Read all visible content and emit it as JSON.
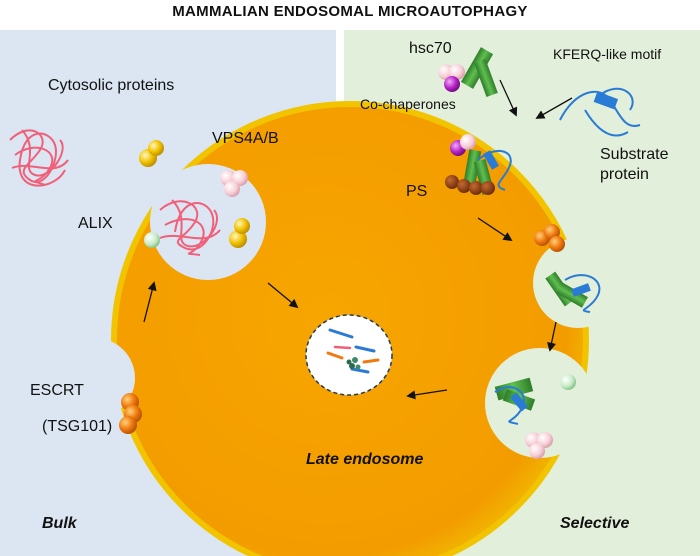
{
  "title": "MAMMALIAN ENDOSOMAL MICROAUTOPHAGY",
  "labels": {
    "cytosolic": "Cytosolic proteins",
    "vps4": "VPS4A/B",
    "alix": "ALIX",
    "escrt": "ESCRT",
    "tsg101": "(TSG101)",
    "late_endosome": "Late endosome",
    "bulk": "Bulk",
    "hsc70": "hsc70",
    "cochaperones": "Co-chaperones",
    "kferq": "KFERQ-like motif",
    "substrate_line1": "Substrate",
    "substrate_line2": "protein",
    "ps": "PS",
    "selective": "Selective"
  },
  "colors": {
    "left_panel": "#dce6f2",
    "right_panel": "#e2efda",
    "endosome": "#f5a000",
    "protein_tangle": "#f0607a",
    "substrate": "#2a7bd6",
    "hsc70": "#3e9a3a",
    "escrt": "#f07a10",
    "ps": "#8b3a10",
    "cochaperone": "#b020c0"
  }
}
